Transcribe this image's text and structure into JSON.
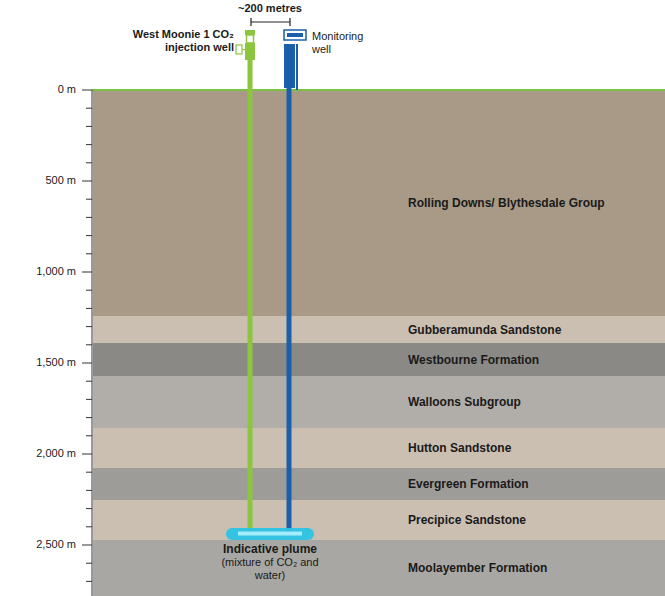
{
  "diagram": {
    "nodes": [
      {
        "text": [
          "Rolling Downs/ Blythesdale Group"
        ]
      },
      {
        "text": [
          "Gubberamunda Sandstone"
        ]
      },
      {
        "text": [
          "Westbourne Formation"
        ]
      },
      {
        "text": [
          "Walloons Subgroup"
        ]
      },
      {
        "text": [
          "Hutton Sandstone"
        ]
      },
      {
        "text": [
          "Evergreen Formation"
        ]
      },
      {
        "text": [
          "Precipice Sandstone"
        ]
      },
      {
        "text": [
          "Moolayember Formation"
        ]
      },
      {
        "text": [
          "Indicative plume",
          "(mixture of CO₂ and water)"
        ]
      }
    ],
    "labels": [
      "~200 metres",
      "West Moonie 1 CO₂ injection well",
      "Monitoring well",
      "0 m",
      "500 m",
      "1,000 m",
      "1,500 m",
      "2,000 m",
      "2,500 m"
    ]
  }
}
